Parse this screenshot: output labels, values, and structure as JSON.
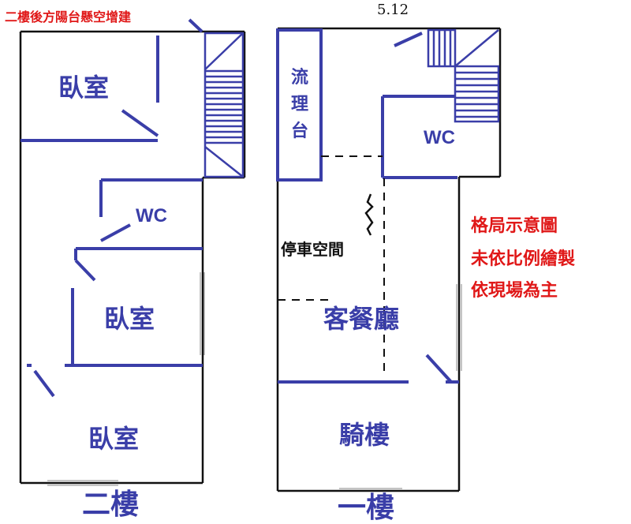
{
  "annotations": {
    "top_left_note": "二樓後方陽台懸空增建",
    "top_right_scribble": "5.12",
    "parking_text": "停車空間",
    "disclaimer": [
      "格局示意圖",
      "未依比例繪製",
      "依現場為主"
    ]
  },
  "floor2": {
    "label": "二樓",
    "rooms": {
      "bedroom_top": "臥室",
      "wc": "WC",
      "bedroom_middle": "臥室",
      "bedroom_bottom": "臥室"
    }
  },
  "floor1": {
    "label": "一樓",
    "rooms": {
      "counter": "流理台",
      "wc": "WC",
      "living_dining": "客餐廳",
      "arcade": "騎樓"
    }
  },
  "colors": {
    "wall_black": "#111111",
    "wall_blue": "#3a3ea8",
    "note_red": "#e01818"
  }
}
